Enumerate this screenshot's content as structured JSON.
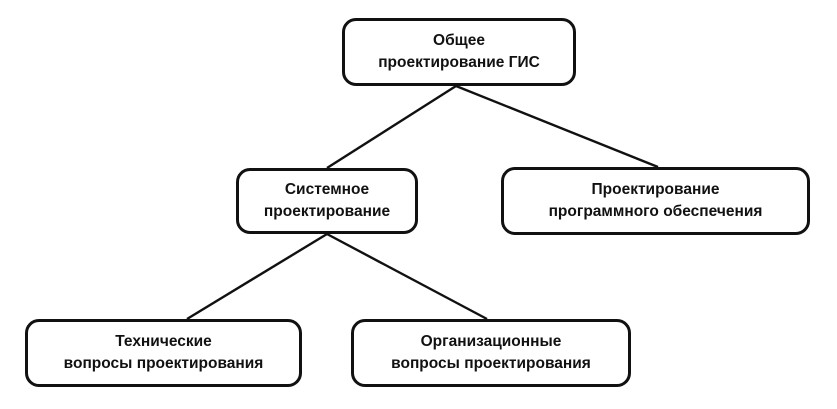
{
  "diagram": {
    "nodes": [
      {
        "id": "root",
        "label": "Общее\nпроектирование ГИС"
      },
      {
        "id": "system",
        "label": "Системное\nпроектирование"
      },
      {
        "id": "software",
        "label": "Проектирование\nпрограммного обеспечения"
      },
      {
        "id": "technical",
        "label": "Технические\nвопросы проектирования"
      },
      {
        "id": "organizational",
        "label": "Организационные\nвопросы проектирования"
      }
    ],
    "edges": [
      {
        "from": "root",
        "to": "system"
      },
      {
        "from": "root",
        "to": "software"
      },
      {
        "from": "system",
        "to": "technical"
      },
      {
        "from": "system",
        "to": "organizational"
      }
    ]
  }
}
